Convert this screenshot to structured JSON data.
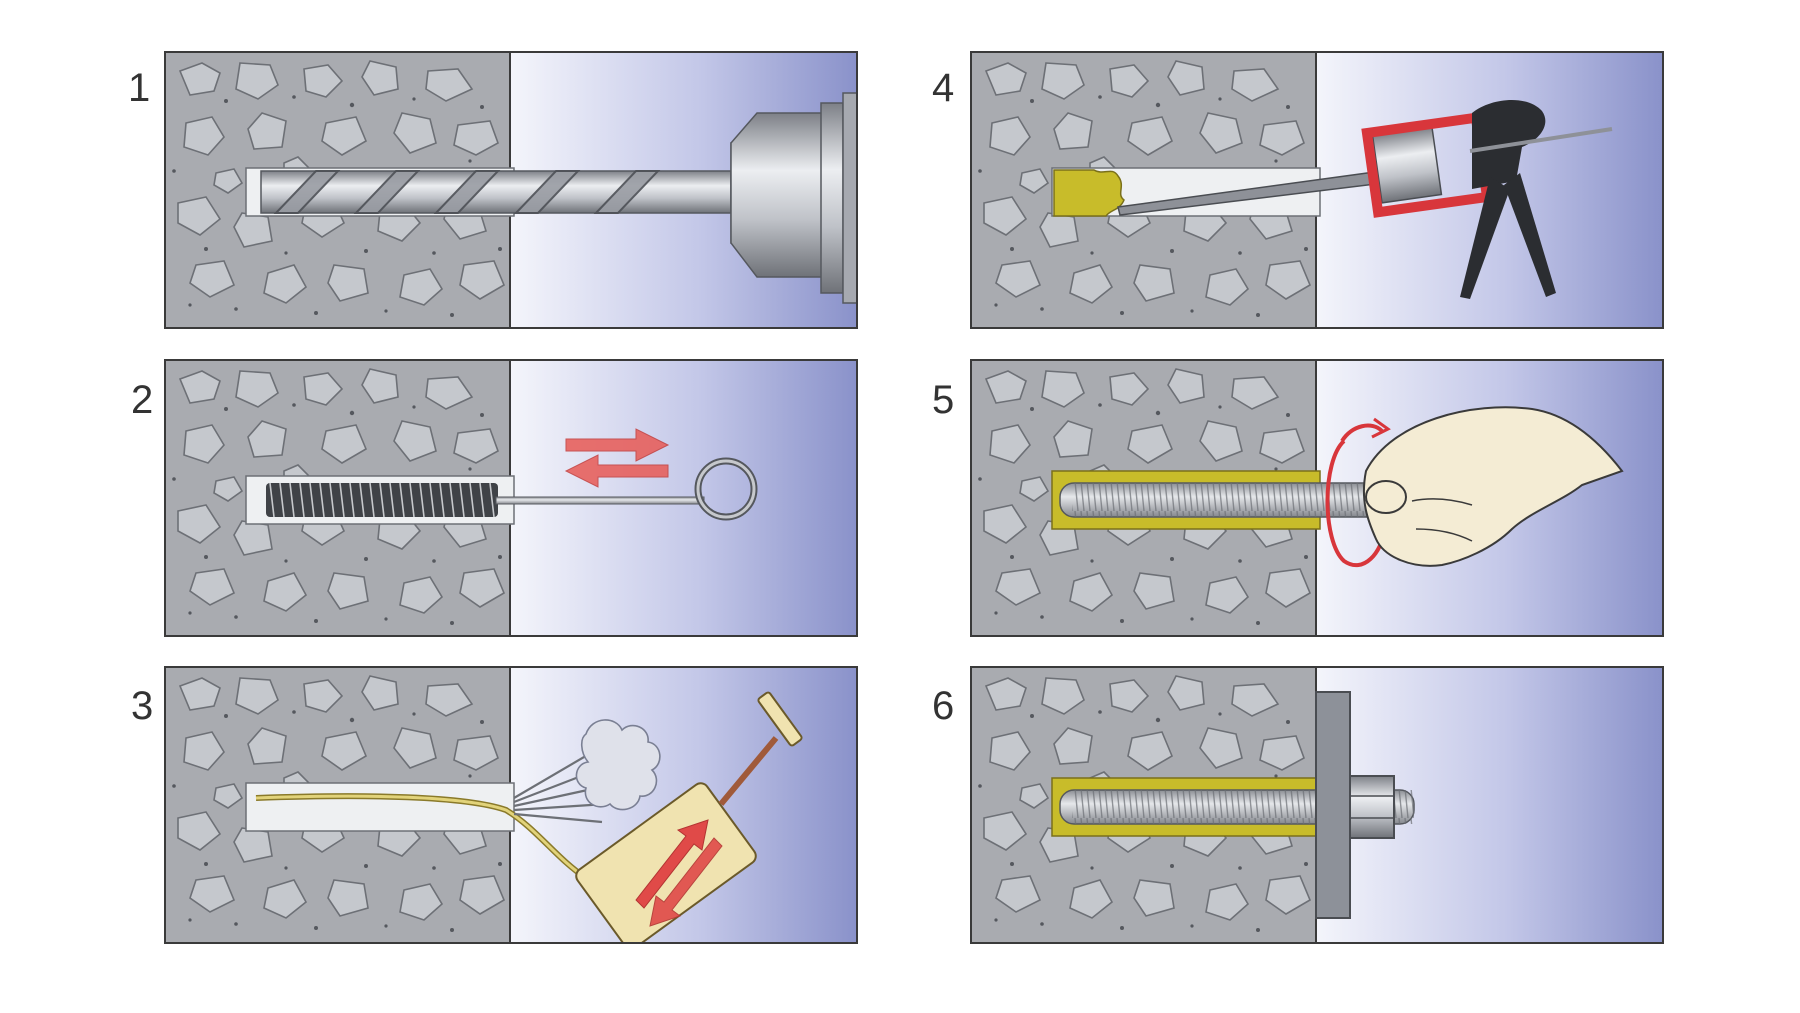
{
  "diagram": {
    "steps": [
      {
        "number": "1",
        "action": "drill-hole"
      },
      {
        "number": "2",
        "action": "brush-hole"
      },
      {
        "number": "3",
        "action": "blow-out-hole"
      },
      {
        "number": "4",
        "action": "inject-resin"
      },
      {
        "number": "5",
        "action": "insert-threaded-rod"
      },
      {
        "number": "6",
        "action": "fasten-nut-and-plate"
      }
    ]
  },
  "colors": {
    "concrete": "#a9abb0",
    "concrete_stone": "#c9cbd0",
    "sky_light": "#f2f3fb",
    "sky_dark": "#8e95cc",
    "hole": "#eef0f2",
    "steel": "#b9bcc3",
    "resin": "#c8bc2a",
    "arrow_red": "#e04a48",
    "gun_red": "#d8363b",
    "pump_body": "#f0e3b0"
  },
  "icons": [
    "drill-icon",
    "wire-brush-icon",
    "blow-pump-icon",
    "injection-gun-icon",
    "hand-icon",
    "rotation-arrow-icon",
    "threaded-rod-icon",
    "nut-icon"
  ]
}
